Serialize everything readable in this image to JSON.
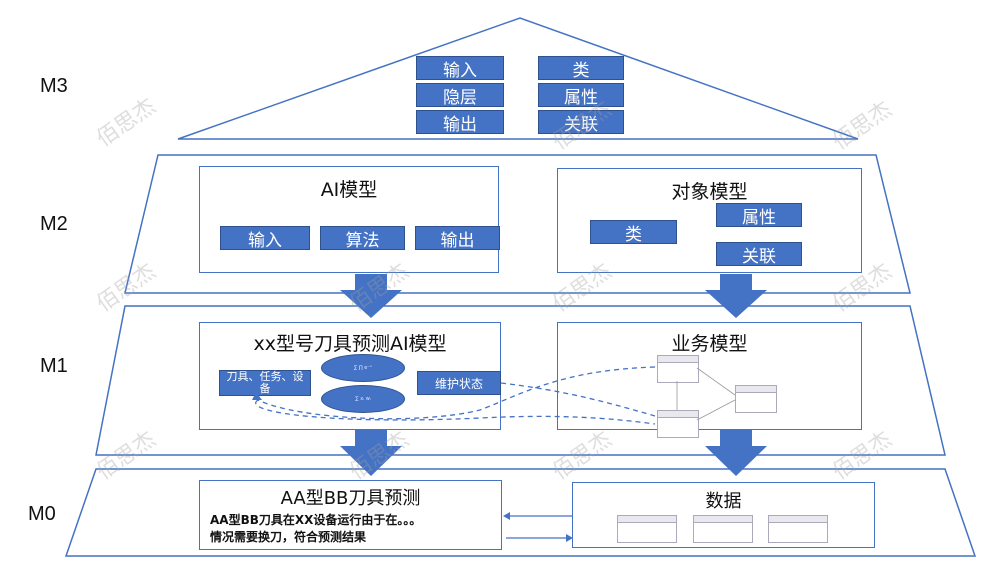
{
  "levels": {
    "m3": "M3",
    "m2": "M2",
    "m1": "M1",
    "m0": "M0"
  },
  "m3": {
    "left_items": [
      "输入",
      "隐层",
      "输出"
    ],
    "right_items": [
      "类",
      "属性",
      "关联"
    ]
  },
  "m2": {
    "ai_model": {
      "title": "AI模型",
      "input": "输入",
      "algorithm": "算法",
      "output": "输出"
    },
    "object_model": {
      "title": "对象模型",
      "class": "类",
      "attribute": "属性",
      "association": "关联"
    }
  },
  "m1": {
    "tool_model": {
      "title": "xx型号刀具预测AI模型",
      "input": "刀具、任务、设备",
      "output": "维护状态"
    },
    "business_model": {
      "title": "业务模型"
    }
  },
  "m0": {
    "prediction": {
      "title": "AA型BB刀具预测",
      "line1": "AA型BB刀具在XX设备运行由于在。。。",
      "line2": "情况需要换刀，符合预测结果"
    },
    "data": {
      "title": "数据"
    }
  },
  "watermark": "佰思杰",
  "colors": {
    "accent": "#4472c4",
    "border": "#4472c4"
  }
}
